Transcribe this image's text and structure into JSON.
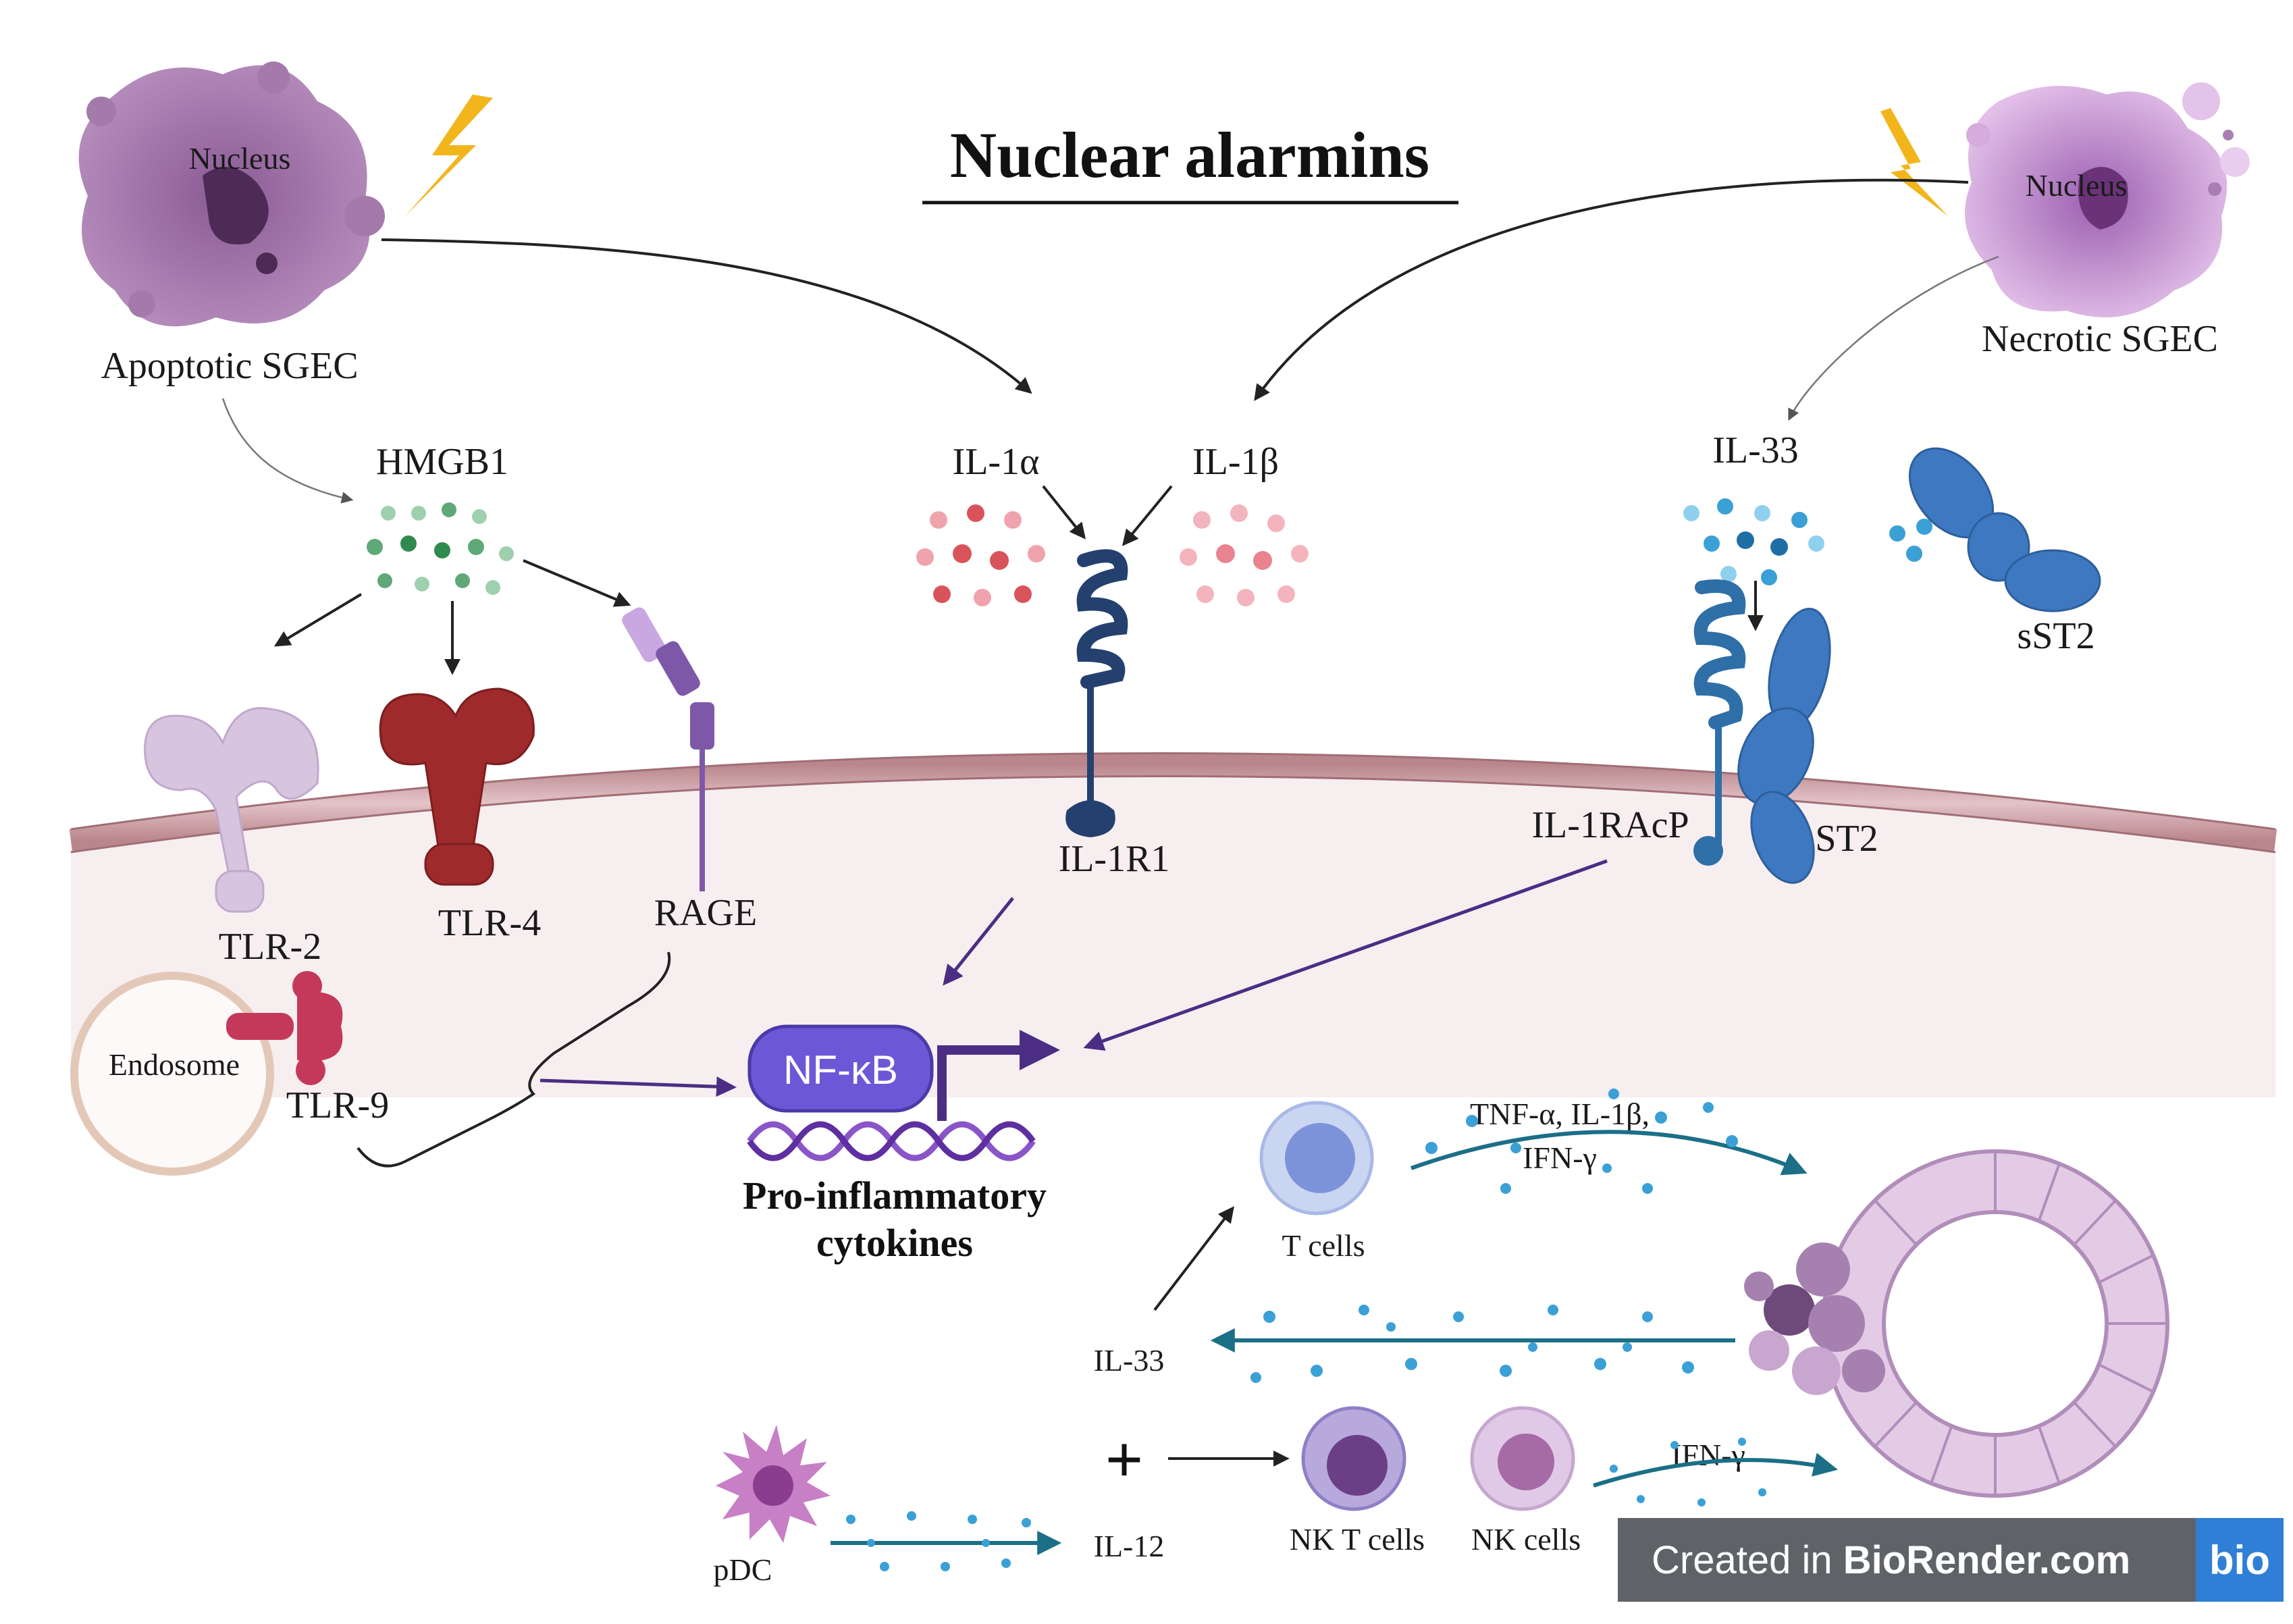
{
  "title": "Nuclear alarmins",
  "cells": {
    "apoptotic_nucleus": "Nucleus",
    "apoptotic_label": "Apoptotic SGEC",
    "necrotic_nucleus": "Nucleus",
    "necrotic_label": "Necrotic SGEC"
  },
  "ligands": {
    "hmgb1": "HMGB1",
    "il1a": "IL-1α",
    "il1b": "IL-1β",
    "il33": "IL-33",
    "sst2": "sST2"
  },
  "receptors": {
    "tlr2": "TLR-2",
    "tlr4": "TLR-4",
    "rage": "RAGE",
    "tlr9": "TLR-9",
    "endosome": "Endosome",
    "il1r1": "IL-1R1",
    "il1racp": "IL-1RAcP",
    "st2": "ST2"
  },
  "nfkb": {
    "label": "NF-κB",
    "output_line1": "Pro-inflammatory",
    "output_line2": "cytokines"
  },
  "immune": {
    "tcells": "T cells",
    "cytokines_line1": "TNF-α, IL-1β,",
    "cytokines_line2": "IFN-γ",
    "il33": "IL-33",
    "pdc": "pDC",
    "il12": "IL-12",
    "plus": "+",
    "nkt": "NK T cells",
    "nk": "NK cells",
    "ifng": "IFN-γ"
  },
  "badge": {
    "prefix": "Created in ",
    "brand": "BioRender.com",
    "logo": "bio"
  },
  "colors": {
    "membrane": "#c79a9f",
    "cytoplasm": "#f7eef0",
    "hmgb1": "#5fa877",
    "il1a": "#d9535b",
    "il1b": "#f0a3ad",
    "il33": "#3aa0d6",
    "st2": "#3d78c0",
    "tlr4": "#9e2a2b",
    "nfkb": "#6c58d6",
    "arrow_purple": "#4b2e83",
    "arrow_teal": "#1b6f86",
    "badge_bg": "#5f6368",
    "badge_logo": "#2f7fd6"
  }
}
